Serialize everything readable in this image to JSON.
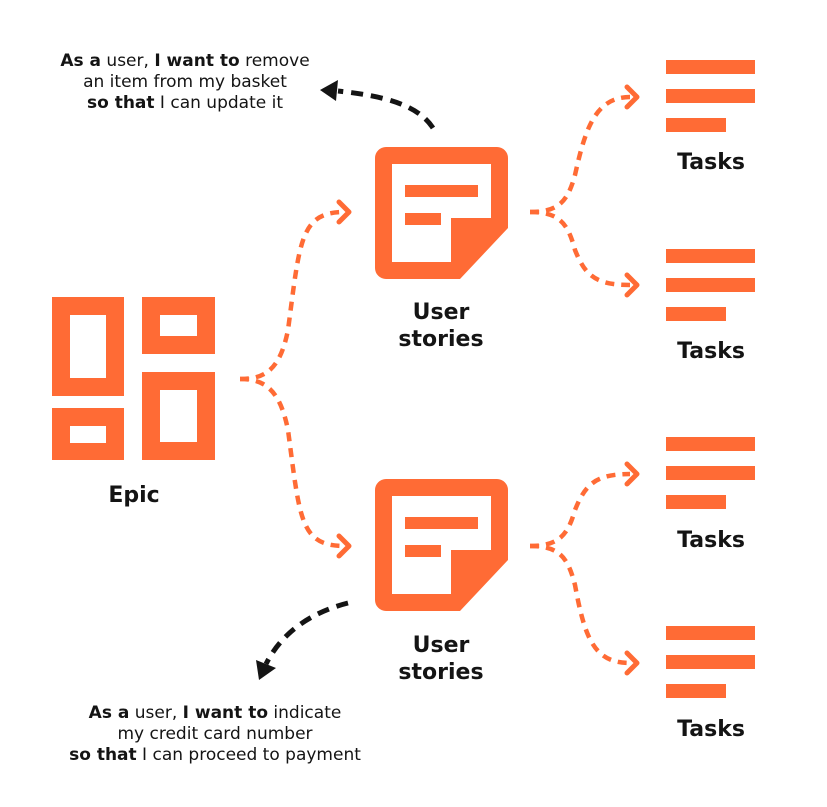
{
  "colors": {
    "accent": "#ff6b35",
    "ink": "#141414",
    "background": "#ffffff"
  },
  "epic": {
    "label": "Epic",
    "icon": "epic-grid-icon"
  },
  "stories": [
    {
      "label_line1": "User",
      "label_line2": "stories",
      "icon": "sticky-note-icon"
    },
    {
      "label_line1": "User",
      "label_line2": "stories",
      "icon": "sticky-note-icon"
    }
  ],
  "tasks": [
    {
      "label": "Tasks",
      "icon": "task-lines-icon"
    },
    {
      "label": "Tasks",
      "icon": "task-lines-icon"
    },
    {
      "label": "Tasks",
      "icon": "task-lines-icon"
    },
    {
      "label": "Tasks",
      "icon": "task-lines-icon"
    }
  ],
  "quote_top": {
    "l1_b1": "As a",
    "l1_t1": " user, ",
    "l1_b2": "I want to",
    "l1_t2": " remove",
    "l2": "an item from my basket",
    "l3_b": "so that",
    "l3_t": " I can update it"
  },
  "quote_bottom": {
    "l1_b1": "As a",
    "l1_t1": " user, ",
    "l1_b2": "I want to",
    "l1_t2": " indicate",
    "l2": "my credit card number",
    "l3_b": "so that",
    "l3_t": " I can proceed to payment"
  }
}
